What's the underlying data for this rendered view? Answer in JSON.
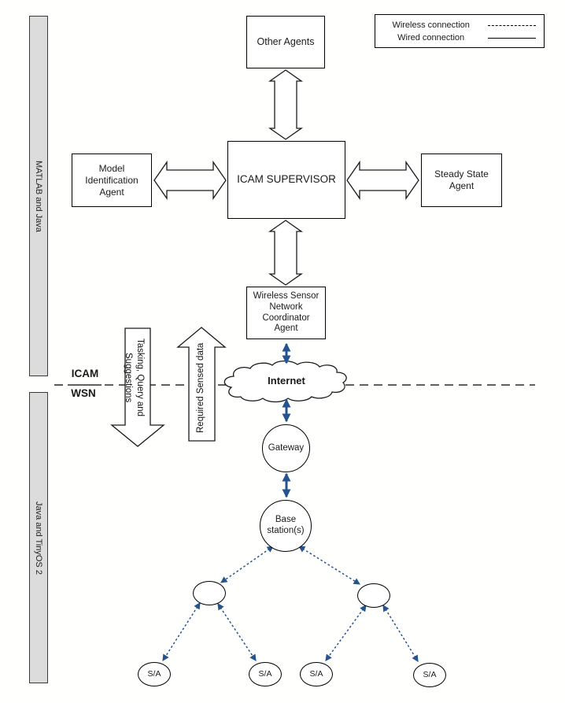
{
  "legend": {
    "wireless": "Wireless connection",
    "wired": "Wired connection"
  },
  "platform_layers": {
    "icam_layer": "MATLAB and Java",
    "wsn_layer": "Java and TinyOS 2"
  },
  "boundary": {
    "upper": "ICAM",
    "lower": "WSN"
  },
  "agents": {
    "other": "Other Agents",
    "supervisor": "ICAM SUPERVISOR",
    "model_identification": "Model Identification Agent",
    "steady_state": "Steady State Agent",
    "wsn_coordinator": "Wireless Sensor Network Coordinator Agent"
  },
  "network": {
    "internet": "Internet",
    "gateway": "Gateway",
    "base_station": "Base station(s)",
    "sensor_nodes": [
      "S/A",
      "S/A",
      "S/A",
      "S/A"
    ]
  },
  "data_flows": {
    "downlink": "Tasking, Query and\nSuggestions",
    "uplink": "Required Sensed data"
  },
  "colors": {
    "connector_blue": "#24548f",
    "layer_bar_fill": "#dcdcdc"
  }
}
